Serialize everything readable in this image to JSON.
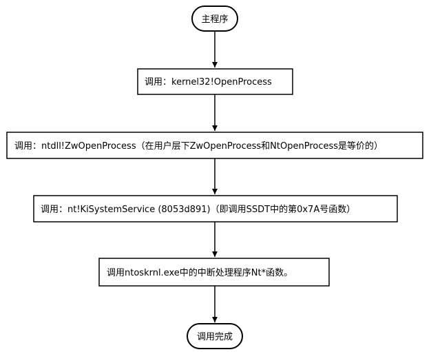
{
  "flowchart": {
    "start": "主程序",
    "steps": [
      "调用：kernel32!OpenProcess",
      "调用：ntdll!ZwOpenProcess（在用户层下ZwOpenProcess和NtOpenProcess是等价的）",
      "调用：nt!KiSystemService (8053d891)（即调用SSDT中的第0x7A号函数）",
      "调用ntoskrnl.exe中的中断处理程序Nt*函数。"
    ],
    "end": "调用完成"
  }
}
